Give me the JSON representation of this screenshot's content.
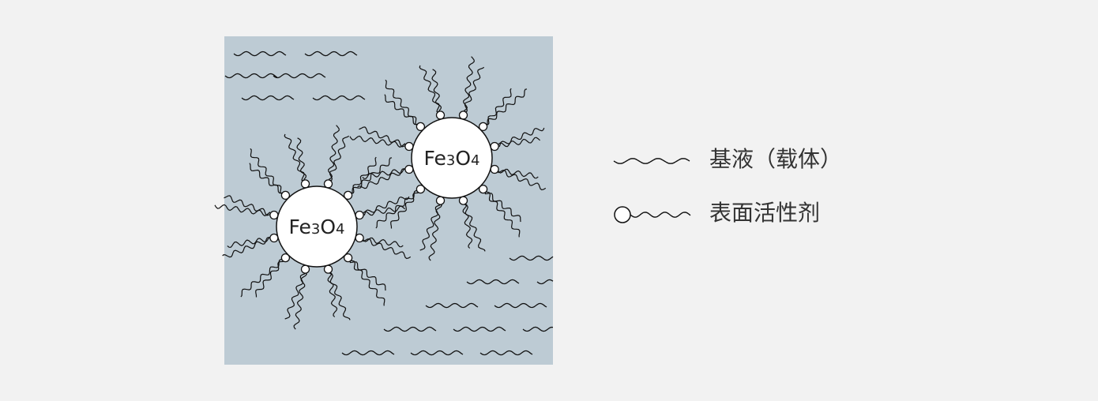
{
  "particles": [
    {
      "id": "particle-left",
      "formula": {
        "main1": "Fe",
        "sub1": "3",
        "main2": "O",
        "sub2": "4"
      }
    },
    {
      "id": "particle-right",
      "formula": {
        "main1": "Fe",
        "sub1": "3",
        "main2": "O",
        "sub2": "4"
      }
    }
  ],
  "legend": {
    "carrier_label": "基液（载体）",
    "surfactant_label": "表面活性剂"
  },
  "colors": {
    "page_background": "#f2f2f2",
    "fluid_background": "#bdcbd4",
    "stroke": "#111111",
    "particle_fill": "#ffffff"
  }
}
